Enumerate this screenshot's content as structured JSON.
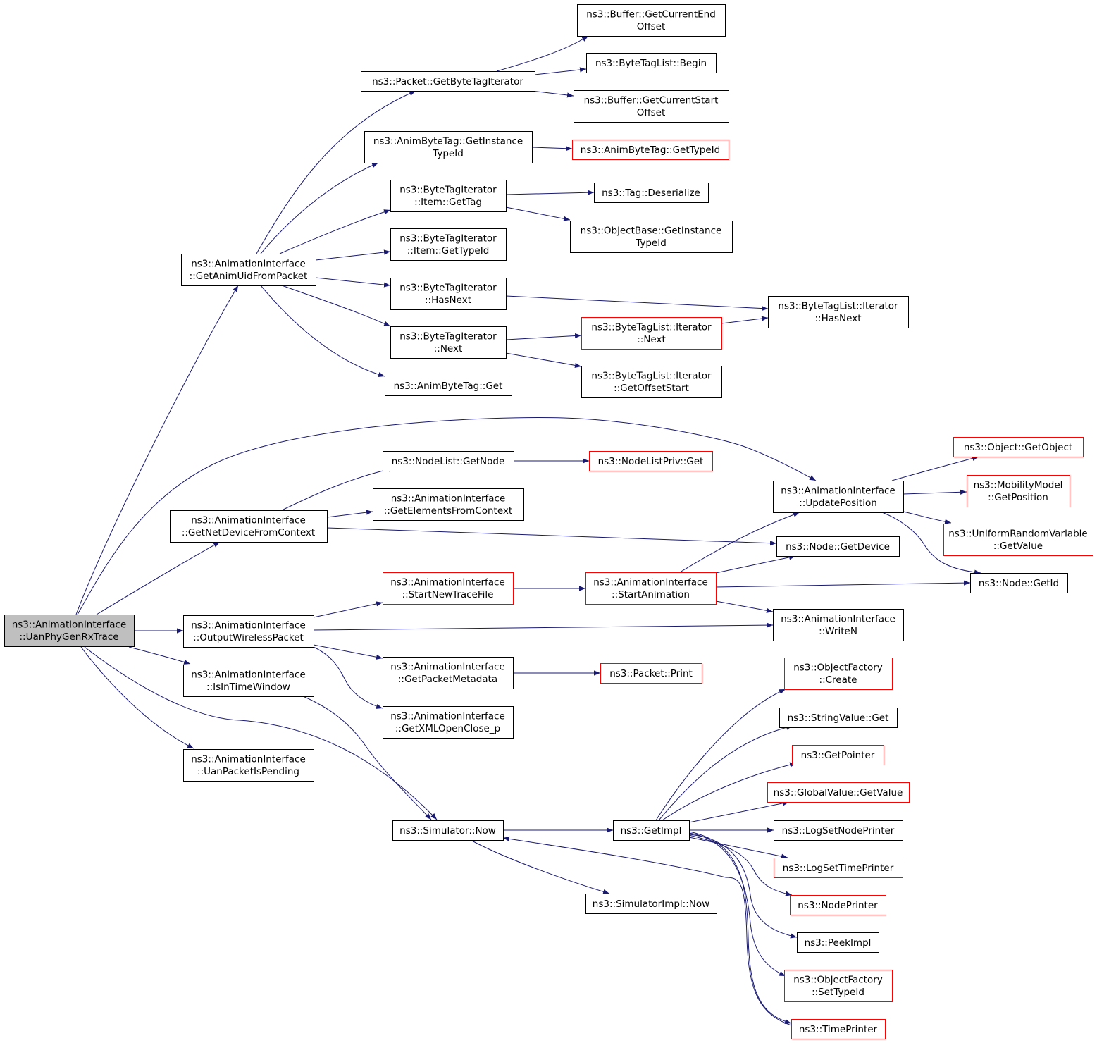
{
  "colors": {
    "edge": "#191970",
    "node_border": "#000000",
    "truncated_border": "#ff0000",
    "root_fill": "#bfbfbf",
    "node_fill": "#ffffff"
  },
  "nodes": [
    {
      "id": "root",
      "lines": [
        "ns3::AnimationInterface",
        "::UanPhyGenRxTrace"
      ],
      "style": "root"
    },
    {
      "id": "getAnimUid",
      "lines": [
        "ns3::AnimationInterface",
        "::GetAnimUidFromPacket"
      ],
      "style": "normal"
    },
    {
      "id": "getNetDev",
      "lines": [
        "ns3::AnimationInterface",
        "::GetNetDeviceFromContext"
      ],
      "style": "normal"
    },
    {
      "id": "outWireless",
      "lines": [
        "ns3::AnimationInterface",
        "::OutputWirelessPacket"
      ],
      "style": "normal"
    },
    {
      "id": "isInTime",
      "lines": [
        "ns3::AnimationInterface",
        "::IsInTimeWindow"
      ],
      "style": "normal"
    },
    {
      "id": "uanPending",
      "lines": [
        "ns3::AnimationInterface",
        "::UanPacketIsPending"
      ],
      "style": "normal"
    },
    {
      "id": "pktGetBTI",
      "lines": [
        "ns3::Packet::GetByteTagIterator"
      ],
      "style": "normal"
    },
    {
      "id": "bufEnd",
      "lines": [
        "ns3::Buffer::GetCurrentEnd",
        "Offset"
      ],
      "style": "normal"
    },
    {
      "id": "btlBegin",
      "lines": [
        "ns3::ByteTagList::Begin"
      ],
      "style": "normal"
    },
    {
      "id": "bufStart",
      "lines": [
        "ns3::Buffer::GetCurrentStart",
        "Offset"
      ],
      "style": "normal"
    },
    {
      "id": "abtGetInst",
      "lines": [
        "ns3::AnimByteTag::GetInstance",
        "TypeId"
      ],
      "style": "normal"
    },
    {
      "id": "abtGetType",
      "lines": [
        "ns3::AnimByteTag::GetTypeId"
      ],
      "style": "truncated"
    },
    {
      "id": "btiGetTag",
      "lines": [
        "ns3::ByteTagIterator",
        "::Item::GetTag"
      ],
      "style": "normal"
    },
    {
      "id": "tagDeser",
      "lines": [
        "ns3::Tag::Deserialize"
      ],
      "style": "normal"
    },
    {
      "id": "obGetInst",
      "lines": [
        "ns3::ObjectBase::GetInstance",
        "TypeId"
      ],
      "style": "normal"
    },
    {
      "id": "btiGetTypeId",
      "lines": [
        "ns3::ByteTagIterator",
        "::Item::GetTypeId"
      ],
      "style": "normal"
    },
    {
      "id": "btiHasNext",
      "lines": [
        "ns3::ByteTagIterator",
        "::HasNext"
      ],
      "style": "normal"
    },
    {
      "id": "btliHasNext",
      "lines": [
        "ns3::ByteTagList::Iterator",
        "::HasNext"
      ],
      "style": "normal"
    },
    {
      "id": "btiNext",
      "lines": [
        "ns3::ByteTagIterator",
        "::Next"
      ],
      "style": "normal"
    },
    {
      "id": "btliNext",
      "lines": [
        "ns3::ByteTagList::Iterator",
        "::Next"
      ],
      "style": "truncated"
    },
    {
      "id": "btliOffset",
      "lines": [
        "ns3::ByteTagList::Iterator",
        "::GetOffsetStart"
      ],
      "style": "normal"
    },
    {
      "id": "abtGet",
      "lines": [
        "ns3::AnimByteTag::Get"
      ],
      "style": "normal"
    },
    {
      "id": "nlGetNode",
      "lines": [
        "ns3::NodeList::GetNode"
      ],
      "style": "normal"
    },
    {
      "id": "nlpGet",
      "lines": [
        "ns3::NodeListPriv::Get"
      ],
      "style": "truncated"
    },
    {
      "id": "getElements",
      "lines": [
        "ns3::AnimationInterface",
        "::GetElementsFromContext"
      ],
      "style": "normal"
    },
    {
      "id": "updatePos",
      "lines": [
        "ns3::AnimationInterface",
        "::UpdatePosition"
      ],
      "style": "normal"
    },
    {
      "id": "objGetObj",
      "lines": [
        "ns3::Object::GetObject"
      ],
      "style": "truncated"
    },
    {
      "id": "mmGetPos",
      "lines": [
        "ns3::MobilityModel",
        "::GetPosition"
      ],
      "style": "truncated"
    },
    {
      "id": "urvGetValue",
      "lines": [
        "ns3::UniformRandomVariable",
        "::GetValue"
      ],
      "style": "truncated"
    },
    {
      "id": "nodeGetDevice",
      "lines": [
        "ns3::Node::GetDevice"
      ],
      "style": "normal"
    },
    {
      "id": "nodeGetId",
      "lines": [
        "ns3::Node::GetId"
      ],
      "style": "normal"
    },
    {
      "id": "startNewTrace",
      "lines": [
        "ns3::AnimationInterface",
        "::StartNewTraceFile"
      ],
      "style": "truncated"
    },
    {
      "id": "startAnim",
      "lines": [
        "ns3::AnimationInterface",
        "::StartAnimation"
      ],
      "style": "truncated"
    },
    {
      "id": "writeN",
      "lines": [
        "ns3::AnimationInterface",
        "::WriteN"
      ],
      "style": "normal"
    },
    {
      "id": "getPktMeta",
      "lines": [
        "ns3::AnimationInterface",
        "::GetPacketMetadata"
      ],
      "style": "normal"
    },
    {
      "id": "pktPrint",
      "lines": [
        "ns3::Packet::Print"
      ],
      "style": "truncated"
    },
    {
      "id": "getXml",
      "lines": [
        "ns3::AnimationInterface",
        "::GetXMLOpenClose_p"
      ],
      "style": "normal"
    },
    {
      "id": "simNow",
      "lines": [
        "ns3::Simulator::Now"
      ],
      "style": "normal"
    },
    {
      "id": "getImpl",
      "lines": [
        "ns3::GetImpl"
      ],
      "style": "normal"
    },
    {
      "id": "simImplNow",
      "lines": [
        "ns3::SimulatorImpl::Now"
      ],
      "style": "normal"
    },
    {
      "id": "ofCreate",
      "lines": [
        "ns3::ObjectFactory",
        "::Create"
      ],
      "style": "truncated"
    },
    {
      "id": "svGet",
      "lines": [
        "ns3::StringValue::Get"
      ],
      "style": "normal"
    },
    {
      "id": "getPointer",
      "lines": [
        "ns3::GetPointer"
      ],
      "style": "truncated"
    },
    {
      "id": "gvGetValue",
      "lines": [
        "ns3::GlobalValue::GetValue"
      ],
      "style": "truncated"
    },
    {
      "id": "logNodePrinter",
      "lines": [
        "ns3::LogSetNodePrinter"
      ],
      "style": "normal"
    },
    {
      "id": "logTimePrinter",
      "lines": [
        "ns3::LogSetTimePrinter"
      ],
      "style": "truncated"
    },
    {
      "id": "nodePrinter",
      "lines": [
        "ns3::NodePrinter"
      ],
      "style": "truncated"
    },
    {
      "id": "peekImpl",
      "lines": [
        "ns3::PeekImpl"
      ],
      "style": "normal"
    },
    {
      "id": "ofSetTypeId",
      "lines": [
        "ns3::ObjectFactory",
        "::SetTypeId"
      ],
      "style": "truncated"
    },
    {
      "id": "timePrinter",
      "lines": [
        "ns3::TimePrinter"
      ],
      "style": "truncated"
    }
  ],
  "edges": [
    {
      "from": "root",
      "to": "getAnimUid"
    },
    {
      "from": "root",
      "to": "updatePos"
    },
    {
      "from": "root",
      "to": "getNetDev"
    },
    {
      "from": "root",
      "to": "outWireless"
    },
    {
      "from": "root",
      "to": "isInTime"
    },
    {
      "from": "root",
      "to": "uanPending"
    },
    {
      "from": "root",
      "to": "simNow"
    },
    {
      "from": "getAnimUid",
      "to": "pktGetBTI"
    },
    {
      "from": "getAnimUid",
      "to": "abtGetInst"
    },
    {
      "from": "getAnimUid",
      "to": "btiGetTag"
    },
    {
      "from": "getAnimUid",
      "to": "btiGetTypeId"
    },
    {
      "from": "getAnimUid",
      "to": "btiHasNext"
    },
    {
      "from": "getAnimUid",
      "to": "btiNext"
    },
    {
      "from": "getAnimUid",
      "to": "abtGet"
    },
    {
      "from": "pktGetBTI",
      "to": "bufEnd"
    },
    {
      "from": "pktGetBTI",
      "to": "btlBegin"
    },
    {
      "from": "pktGetBTI",
      "to": "bufStart"
    },
    {
      "from": "abtGetInst",
      "to": "abtGetType"
    },
    {
      "from": "btiGetTag",
      "to": "tagDeser"
    },
    {
      "from": "btiGetTag",
      "to": "obGetInst"
    },
    {
      "from": "btiHasNext",
      "to": "btliHasNext"
    },
    {
      "from": "btiNext",
      "to": "btliNext"
    },
    {
      "from": "btiNext",
      "to": "btliOffset"
    },
    {
      "from": "btliNext",
      "to": "btliHasNext"
    },
    {
      "from": "getNetDev",
      "to": "nlGetNode"
    },
    {
      "from": "getNetDev",
      "to": "getElements"
    },
    {
      "from": "getNetDev",
      "to": "nodeGetDevice"
    },
    {
      "from": "nlGetNode",
      "to": "nlpGet"
    },
    {
      "from": "updatePos",
      "to": "objGetObj"
    },
    {
      "from": "updatePos",
      "to": "mmGetPos"
    },
    {
      "from": "updatePos",
      "to": "urvGetValue"
    },
    {
      "from": "updatePos",
      "to": "nodeGetId"
    },
    {
      "from": "outWireless",
      "to": "startNewTrace"
    },
    {
      "from": "outWireless",
      "to": "writeN"
    },
    {
      "from": "outWireless",
      "to": "getPktMeta"
    },
    {
      "from": "outWireless",
      "to": "getXml"
    },
    {
      "from": "startNewTrace",
      "to": "startAnim"
    },
    {
      "from": "startAnim",
      "to": "updatePos"
    },
    {
      "from": "startAnim",
      "to": "nodeGetDevice"
    },
    {
      "from": "startAnim",
      "to": "nodeGetId"
    },
    {
      "from": "startAnim",
      "to": "writeN"
    },
    {
      "from": "getPktMeta",
      "to": "pktPrint"
    },
    {
      "from": "isInTime",
      "to": "simNow"
    },
    {
      "from": "simNow",
      "to": "getImpl"
    },
    {
      "from": "simNow",
      "to": "simImplNow"
    },
    {
      "from": "getImpl",
      "to": "ofCreate"
    },
    {
      "from": "getImpl",
      "to": "svGet"
    },
    {
      "from": "getImpl",
      "to": "getPointer"
    },
    {
      "from": "getImpl",
      "to": "gvGetValue"
    },
    {
      "from": "getImpl",
      "to": "logNodePrinter"
    },
    {
      "from": "getImpl",
      "to": "logTimePrinter"
    },
    {
      "from": "getImpl",
      "to": "nodePrinter"
    },
    {
      "from": "getImpl",
      "to": "peekImpl"
    },
    {
      "from": "getImpl",
      "to": "ofSetTypeId"
    },
    {
      "from": "getImpl",
      "to": "timePrinter"
    },
    {
      "from": "timePrinter",
      "to": "simNow"
    }
  ]
}
